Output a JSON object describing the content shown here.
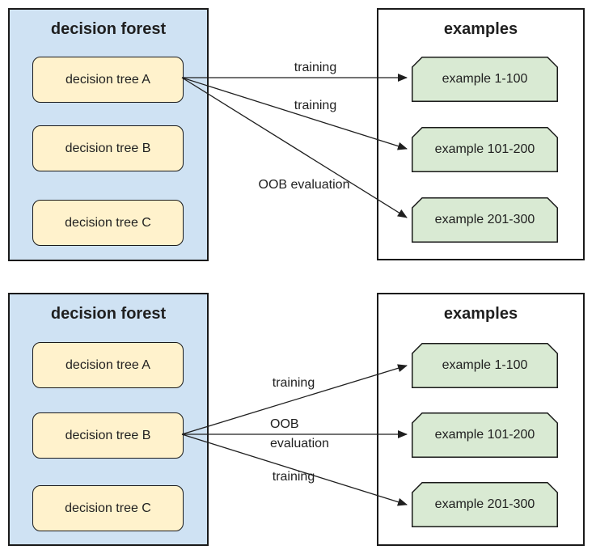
{
  "colors": {
    "forest_fill": "#cfe2f3",
    "tree_fill": "#fff2cc",
    "example_fill": "#d9ead3",
    "outline": "#1a1a1a",
    "text": "#1f1f1f",
    "background": "#ffffff"
  },
  "panels": [
    {
      "forest": {
        "title": "decision forest",
        "trees": [
          "decision tree A",
          "decision tree B",
          "decision tree C"
        ]
      },
      "examples": {
        "title": "examples",
        "items": [
          "example 1-100",
          "example 101-200",
          "example 201-300"
        ]
      },
      "arrows": [
        {
          "label": "training",
          "from": "decision tree A",
          "to": "example 1-100"
        },
        {
          "label": "training",
          "from": "decision tree A",
          "to": "example 101-200"
        },
        {
          "label": "OOB evaluation",
          "from": "decision tree A",
          "to": "example 201-300"
        }
      ]
    },
    {
      "forest": {
        "title": "decision forest",
        "trees": [
          "decision tree A",
          "decision tree B",
          "decision tree C"
        ]
      },
      "examples": {
        "title": "examples",
        "items": [
          "example 1-100",
          "example 101-200",
          "example 201-300"
        ]
      },
      "arrows": [
        {
          "label": "training",
          "from": "decision tree B",
          "to": "example 1-100"
        },
        {
          "label": "OOB evaluation",
          "from": "decision tree B",
          "to": "example 101-200"
        },
        {
          "label": "training",
          "from": "decision tree B",
          "to": "example 201-300"
        }
      ]
    }
  ]
}
